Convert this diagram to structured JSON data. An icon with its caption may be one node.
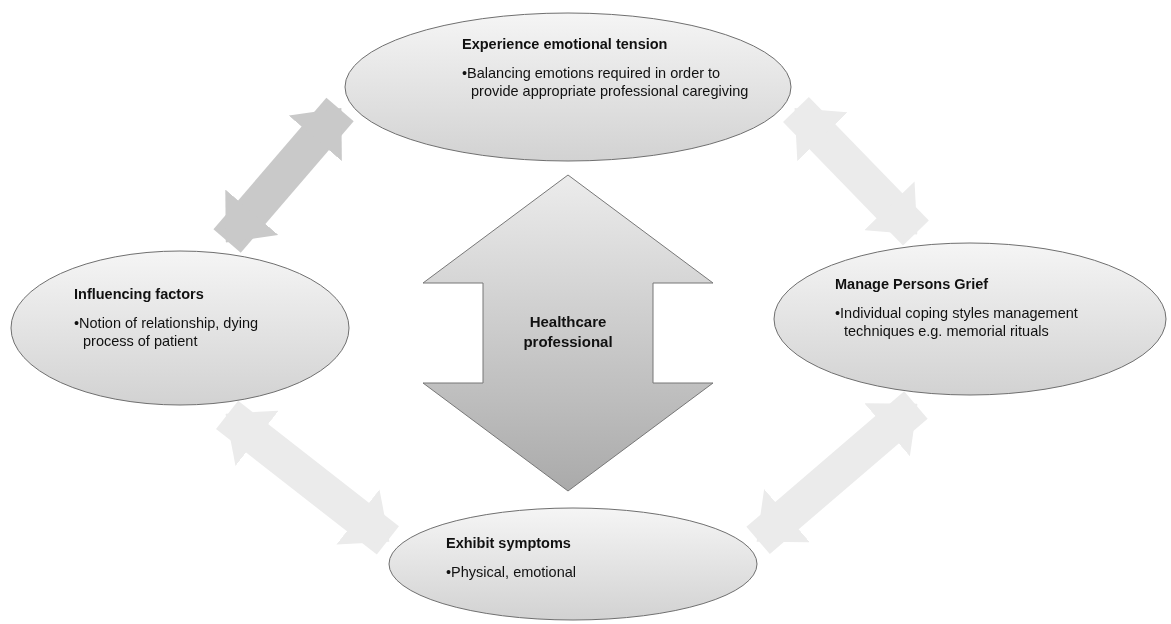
{
  "diagram": {
    "nodes": [
      {
        "text": [
          "Experience emotional tension",
          "•Balancing  emotions required in order to provide appropriate professional caregiving"
        ]
      },
      {
        "text": [
          "Influencing factors",
          "•Notion of relationship, dying process of patient"
        ]
      },
      {
        "text": [
          "Healthcare professional"
        ]
      },
      {
        "text": [
          "Manage Persons Grief",
          "•Individual coping styles management techniques e.g. memorial rituals"
        ]
      },
      {
        "text": [
          "Exhibit symptoms",
          "•Physical, emotional"
        ]
      }
    ],
    "edges": [
      {
        "from": 0,
        "to": 1,
        "arrow": "both",
        "color": "#c9c9c9"
      },
      {
        "from": 0,
        "to": 3,
        "arrow": "both"
      },
      {
        "from": 1,
        "to": 4,
        "arrow": "both"
      },
      {
        "from": 4,
        "to": 3,
        "arrow": "both"
      }
    ]
  }
}
